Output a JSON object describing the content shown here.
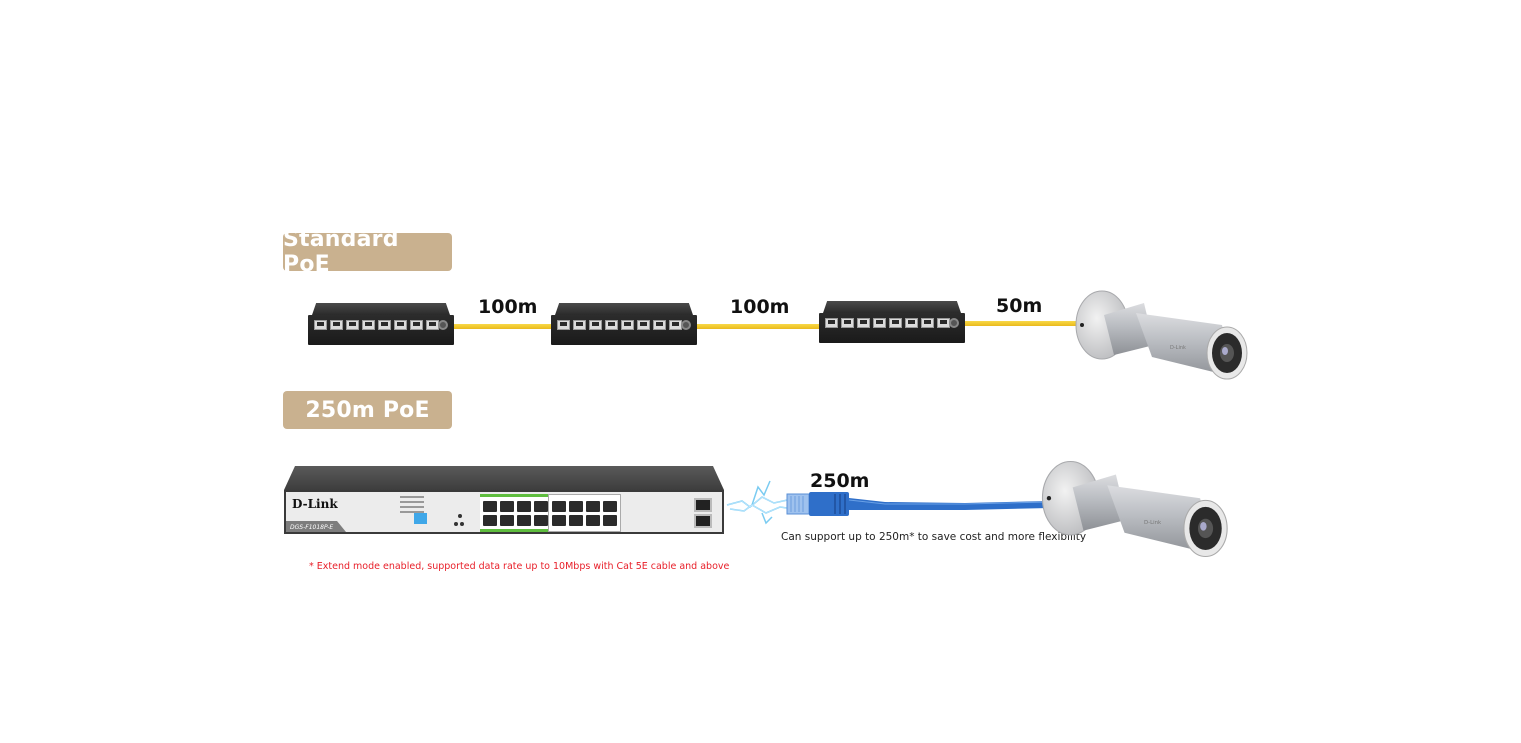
{
  "sections": {
    "standard": {
      "badge": "Standard PoE",
      "distances": [
        "100m",
        "100m",
        "50m"
      ],
      "cable_color": "#f1c72b"
    },
    "extended": {
      "badge": "250m PoE",
      "distance": "250m",
      "caption": "Can support up to 250m* to save cost and more flexibility",
      "footnote": "* Extend mode enabled, supported data rate up to 10Mbps with Cat 5E cable and above",
      "cable_color": "#2f6fc9",
      "switch": {
        "brand": "D-Link",
        "model": "DGS-F1018P-E"
      }
    }
  },
  "camera": {
    "brand": "D-Link"
  },
  "colors": {
    "badge": "#c9b18f",
    "footnote": "#e8202a",
    "poe_ports_highlight": "#5ebd3e"
  }
}
